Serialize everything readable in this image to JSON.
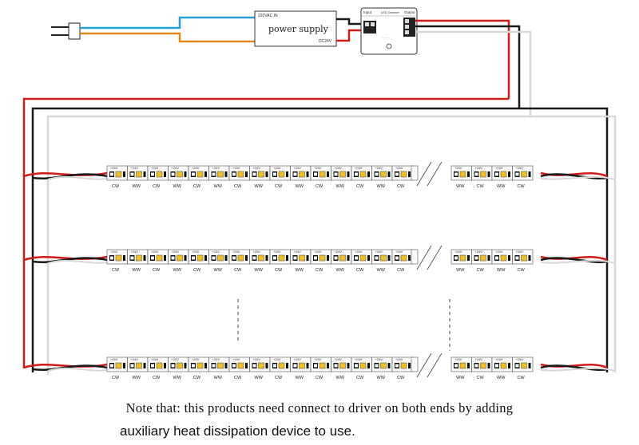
{
  "power_supply": {
    "label": "power supply",
    "input_label": "220VAC IN",
    "output_label": "DC24V"
  },
  "driver": {
    "input_label": "Input",
    "output_label": "Output",
    "model_label": "LED Dimmer"
  },
  "strip": {
    "voltage_mark": "+24V",
    "cold_white_label": "CW",
    "warm_white_label": "WW"
  },
  "note": {
    "line1": "Note that: this products need connect to driver on both ends by adding",
    "line2": "auxiliary heat dissipation device to use."
  },
  "colors": {
    "wire_red": "#d21b1b",
    "wire_black": "#1a1a1a",
    "wire_blue": "#2a9fd6",
    "wire_orange": "#e08a1e",
    "wire_white": "#d8d8d8"
  }
}
